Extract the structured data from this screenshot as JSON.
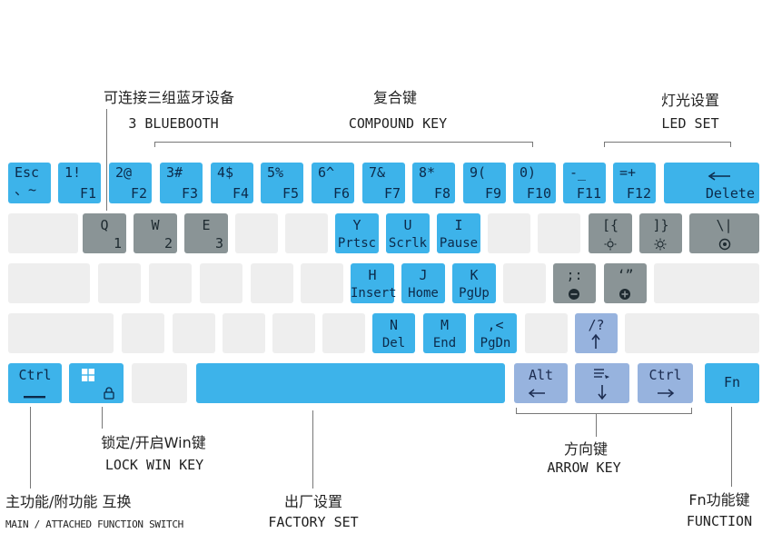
{
  "annotations": {
    "bluetooth": {
      "zh": "可连接三组蓝牙设备",
      "en": "3 BLUEBOOTH"
    },
    "compound": {
      "zh": "复合键",
      "en": "COMPOUND KEY"
    },
    "led": {
      "zh": "灯光设置",
      "en": "LED SET"
    },
    "lock_win": {
      "zh": "锁定/开启Win键",
      "en": "LOCK WIN KEY"
    },
    "arrow": {
      "zh": "方向键",
      "en": "ARROW KEY"
    },
    "main_switch": {
      "zh": "主功能/附功能 互换",
      "en": "MAIN / ATTACHED FUNCTION SWITCH"
    },
    "factory": {
      "zh": "出厂设置",
      "en": "FACTORY SET"
    },
    "fn_function": {
      "zh": "Fn功能键",
      "en": "FUNCTION"
    }
  },
  "keys": {
    "esc": {
      "top": "Esc",
      "bottom": "、~"
    },
    "k1": {
      "top": "1!",
      "bottom": "F1"
    },
    "k2": {
      "top": "2@",
      "bottom": "F2"
    },
    "k3": {
      "top": "3#",
      "bottom": "F3"
    },
    "k4": {
      "top": "4$",
      "bottom": "F4"
    },
    "k5": {
      "top": "5%",
      "bottom": "F5"
    },
    "k6": {
      "top": "6^",
      "bottom": "F6"
    },
    "k7": {
      "top": "7&",
      "bottom": "F7"
    },
    "k8": {
      "top": "8*",
      "bottom": "F8"
    },
    "k9": {
      "top": "9(",
      "bottom": "F9"
    },
    "k0": {
      "top": "0)",
      "bottom": "F10"
    },
    "minus": {
      "top": "-_",
      "bottom": "F11"
    },
    "equal": {
      "top": "=+",
      "bottom": "F12"
    },
    "delete": {
      "bottom": "Delete"
    },
    "q": {
      "top": "Q",
      "bottom": "1"
    },
    "w": {
      "top": "W",
      "bottom": "2"
    },
    "e": {
      "top": "E",
      "bottom": "3"
    },
    "y": {
      "top": "Y",
      "bottom": "Prtsc"
    },
    "u": {
      "top": "U",
      "bottom": "Scrlk"
    },
    "i": {
      "top": "I",
      "bottom": "Pause"
    },
    "lbracket": {
      "top": "[{"
    },
    "rbracket": {
      "top": "]}"
    },
    "backslash": {
      "top": "\\|"
    },
    "h": {
      "top": "H",
      "bottom": "Insert"
    },
    "j": {
      "top": "J",
      "bottom": "Home"
    },
    "k": {
      "top": "K",
      "bottom": "PgUp"
    },
    "semicolon": {
      "top": ";:"
    },
    "quote": {
      "top": "‘”"
    },
    "n": {
      "top": "N",
      "bottom": "Del"
    },
    "m": {
      "top": "M",
      "bottom": "End"
    },
    "comma": {
      "top": ",<",
      "bottom": "PgDn"
    },
    "slash": {
      "top": "/?"
    },
    "ctrl_left": {
      "top": "Ctrl"
    },
    "alt": {
      "top": "Alt"
    },
    "ctrl_right": {
      "top": "Ctrl"
    },
    "fn": {
      "top": "Fn"
    }
  },
  "colors": {
    "fn_blue": "#3db3ea",
    "bt_gray": "#8a9496",
    "arrow_lavender": "#97b3de",
    "plain_key": "#eeeeee"
  }
}
